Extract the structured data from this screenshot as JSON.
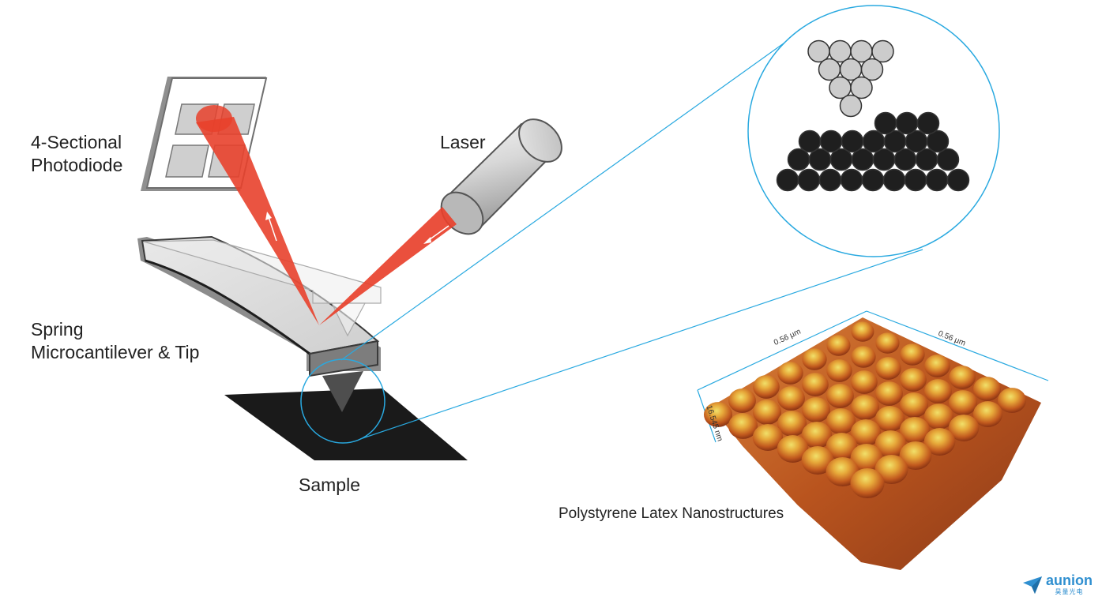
{
  "labels": {
    "photodiode_line1": "4-Sectional",
    "photodiode_line2": "Photodiode",
    "laser": "Laser",
    "cantilever_line1": "Spring",
    "cantilever_line2": "Microcantilever & Tip",
    "sample": "Sample",
    "nanostructures": "Polystyrene Latex Nanostructures"
  },
  "surface_axes": {
    "x_length": "0.56 μm",
    "y_length": "0.56 μm",
    "z_height": "16.545 nm"
  },
  "logo": {
    "name": "aunion",
    "subtitle": "昊量光电"
  },
  "colors": {
    "laser_beam": "#e8412c",
    "zoom_lines": "#29a9e0",
    "sample": "#1a1a1a",
    "light_sphere": "#cccccc",
    "dark_sphere": "#1f1f1f",
    "brand": "#2f8fd0"
  }
}
